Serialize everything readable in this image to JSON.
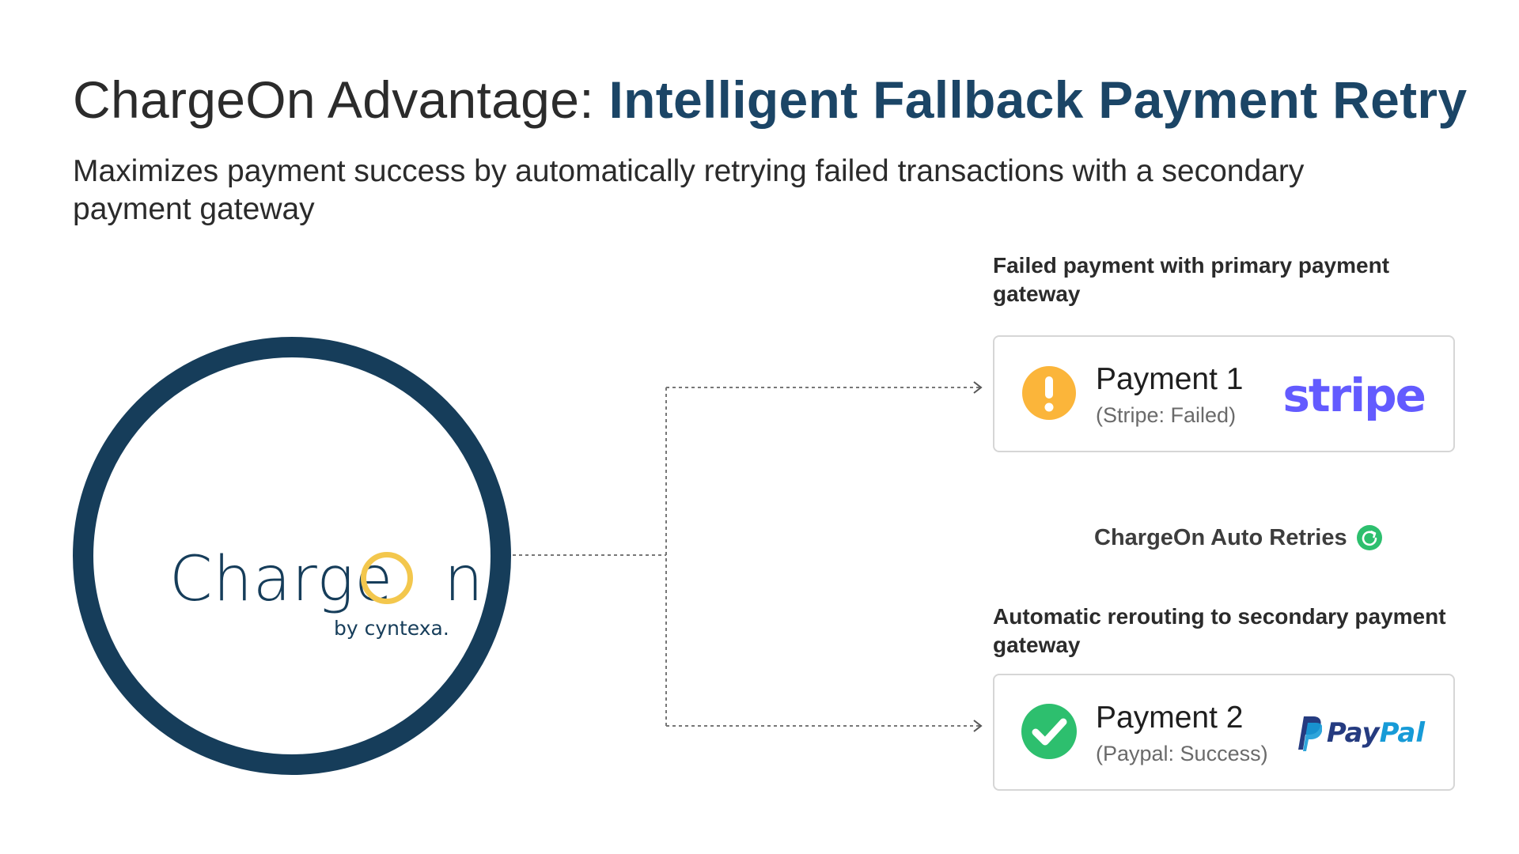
{
  "header": {
    "title_prefix": "ChargeOn Advantage: ",
    "title_accent": "Intelligent Fallback Payment Retry",
    "subtitle": "Maximizes payment success by automatically retrying failed transactions with a secondary payment gateway"
  },
  "logo": {
    "word_pre": "Charge",
    "word_post": "n",
    "tagline": "by cyntexa."
  },
  "primary": {
    "label": "Failed payment with primary payment gateway",
    "card": {
      "title": "Payment 1",
      "status": "(Stripe: Failed)",
      "status_icon": "warning-icon",
      "gateway_logo": "stripe"
    }
  },
  "retry": {
    "label": "ChargeOn Auto Retries",
    "icon": "refresh-icon"
  },
  "secondary": {
    "label": "Automatic rerouting to secondary payment gateway",
    "card": {
      "title": "Payment 2",
      "status": "(Paypal: Success)",
      "status_icon": "check-circle-icon",
      "gateway_logo_pay": "Pay",
      "gateway_logo_pal": "Pal"
    }
  },
  "colors": {
    "brand_navy": "#163d5a",
    "accent_title": "#1b4566",
    "logo_yellow": "#f3c74d",
    "warning": "#fbb53a",
    "success": "#2dbf6e",
    "stripe": "#635bff",
    "paypal_dark": "#253b80",
    "paypal_light": "#179bd7"
  }
}
